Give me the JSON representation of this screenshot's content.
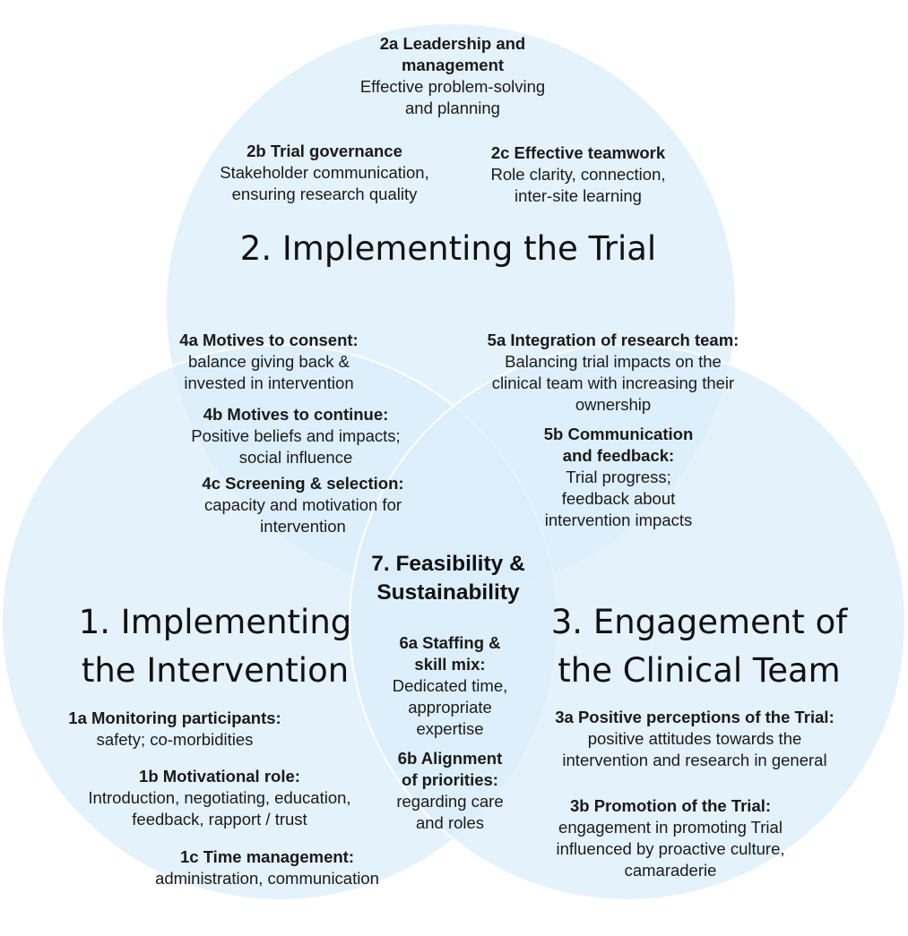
{
  "colors": {
    "circle_fill": "#daedf9",
    "circle_stroke": "#ffffff",
    "text": "#1a1a1a"
  },
  "circles": {
    "c1": {
      "title_line1": "1. Implementing",
      "title_line2": "the Intervention"
    },
    "c2": {
      "title": "2. Implementing the Trial"
    },
    "c3": {
      "title_line1": "3. Engagement of",
      "title_line2": "the Clinical Team"
    }
  },
  "center": {
    "line1": "7. Feasibility &",
    "line2": "Sustainability"
  },
  "items": {
    "i2a": {
      "head1": "2a Leadership and",
      "head2": "management",
      "body1": "Effective problem-solving",
      "body2": "and planning"
    },
    "i2b": {
      "head": "2b Trial governance",
      "body1": "Stakeholder communication,",
      "body2": "ensuring research quality"
    },
    "i2c": {
      "head": "2c Effective teamwork",
      "body1": "Role clarity, connection,",
      "body2": "inter-site learning"
    },
    "i4a": {
      "head": "4a Motives to consent:",
      "body1": "balance giving back &",
      "body2": "invested in intervention"
    },
    "i4b": {
      "head": "4b Motives to continue:",
      "body1": "Positive beliefs and impacts;",
      "body2": "social influence"
    },
    "i4c": {
      "head": "4c Screening & selection:",
      "body1": "capacity and motivation for",
      "body2": "intervention"
    },
    "i5a": {
      "head": "5a Integration of research team:",
      "body1": "Balancing trial impacts on the",
      "body2": "clinical team with increasing their",
      "body3": "ownership"
    },
    "i5b": {
      "head1": "5b Communication",
      "head2": "and feedback:",
      "body1": "Trial progress;",
      "body2": "feedback about",
      "body3": "intervention impacts"
    },
    "i6a": {
      "head1": "6a Staffing &",
      "head2": "skill mix:",
      "body1": "Dedicated time,",
      "body2": "appropriate",
      "body3": "expertise"
    },
    "i6b": {
      "head1": "6b Alignment",
      "head2": "of priorities:",
      "body1": "regarding care",
      "body2": "and roles"
    },
    "i1a": {
      "head": "1a Monitoring participants:",
      "body1": "safety; co-morbidities"
    },
    "i1b": {
      "head": "1b Motivational role:",
      "body1": "Introduction, negotiating, education,",
      "body2": "feedback, rapport / trust"
    },
    "i1c": {
      "head": "1c Time management:",
      "body1": "administration, communication"
    },
    "i3a": {
      "head": "3a Positive perceptions of the Trial:",
      "body1": "positive attitudes towards the",
      "body2": "intervention and research in general"
    },
    "i3b": {
      "head": "3b Promotion of the Trial:",
      "body1": "engagement in promoting Trial",
      "body2": "influenced by proactive culture,",
      "body3": "camaraderie"
    }
  }
}
